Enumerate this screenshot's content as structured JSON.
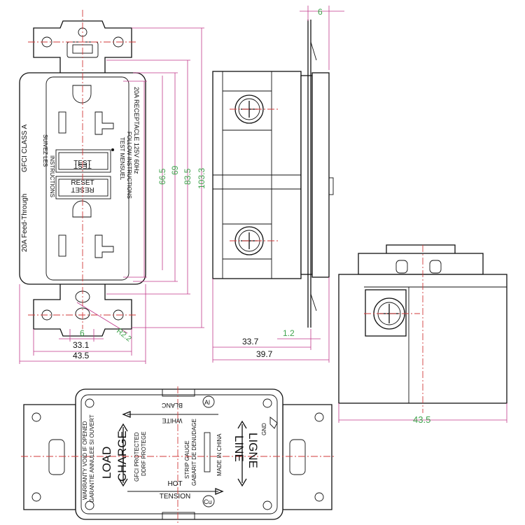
{
  "front": {
    "side_label_1": "20A Feed-Through",
    "side_label_2": "GFCI CLASS A",
    "receptacle_rating": "20A RECEPTACLE 125V 60Hz",
    "follow_en": "FOLLOW INSTRUCTIONS",
    "follow_fr": "TEST MENSUEL",
    "suivez_1": "SUIVEZ LES",
    "suivez_2": "INSTRUCTIONS",
    "test_button": "TEST",
    "reset_button": "RESET",
    "dims": {
      "d66": "66.5",
      "d69": "69",
      "d83": "83.5",
      "d103": "103.3",
      "d6": "6",
      "d33": "33.1",
      "d43": "43.5",
      "r22": "R2.2"
    }
  },
  "side": {
    "dims": {
      "top6": "6",
      "d12": "1.2",
      "d337": "33.7",
      "d397": "39.7"
    }
  },
  "end": {
    "dims": {
      "d435": "43.5"
    }
  },
  "back": {
    "load": "LOAD",
    "charge": "CHARGE",
    "line": "LINE",
    "ligne": "LIGNE",
    "blanc": "BLANC",
    "white": "WHITE",
    "hot": "HOT",
    "tension": "TENSION",
    "warranty_1": "WARRANTY VOID IF OPENED",
    "warranty_2": "GARANTIE ANNULEE SI OUVERT",
    "gfci_1": "GFCI PROTECTED",
    "gfci_2": "DDRF PROTEGE",
    "strip_1": "STRIP GAUGE",
    "strip_2": "GABARIT DE DENUDAGE",
    "made": "MADE IN CHINA",
    "gnd": "GND",
    "al": "Al",
    "cu": "Cu"
  }
}
